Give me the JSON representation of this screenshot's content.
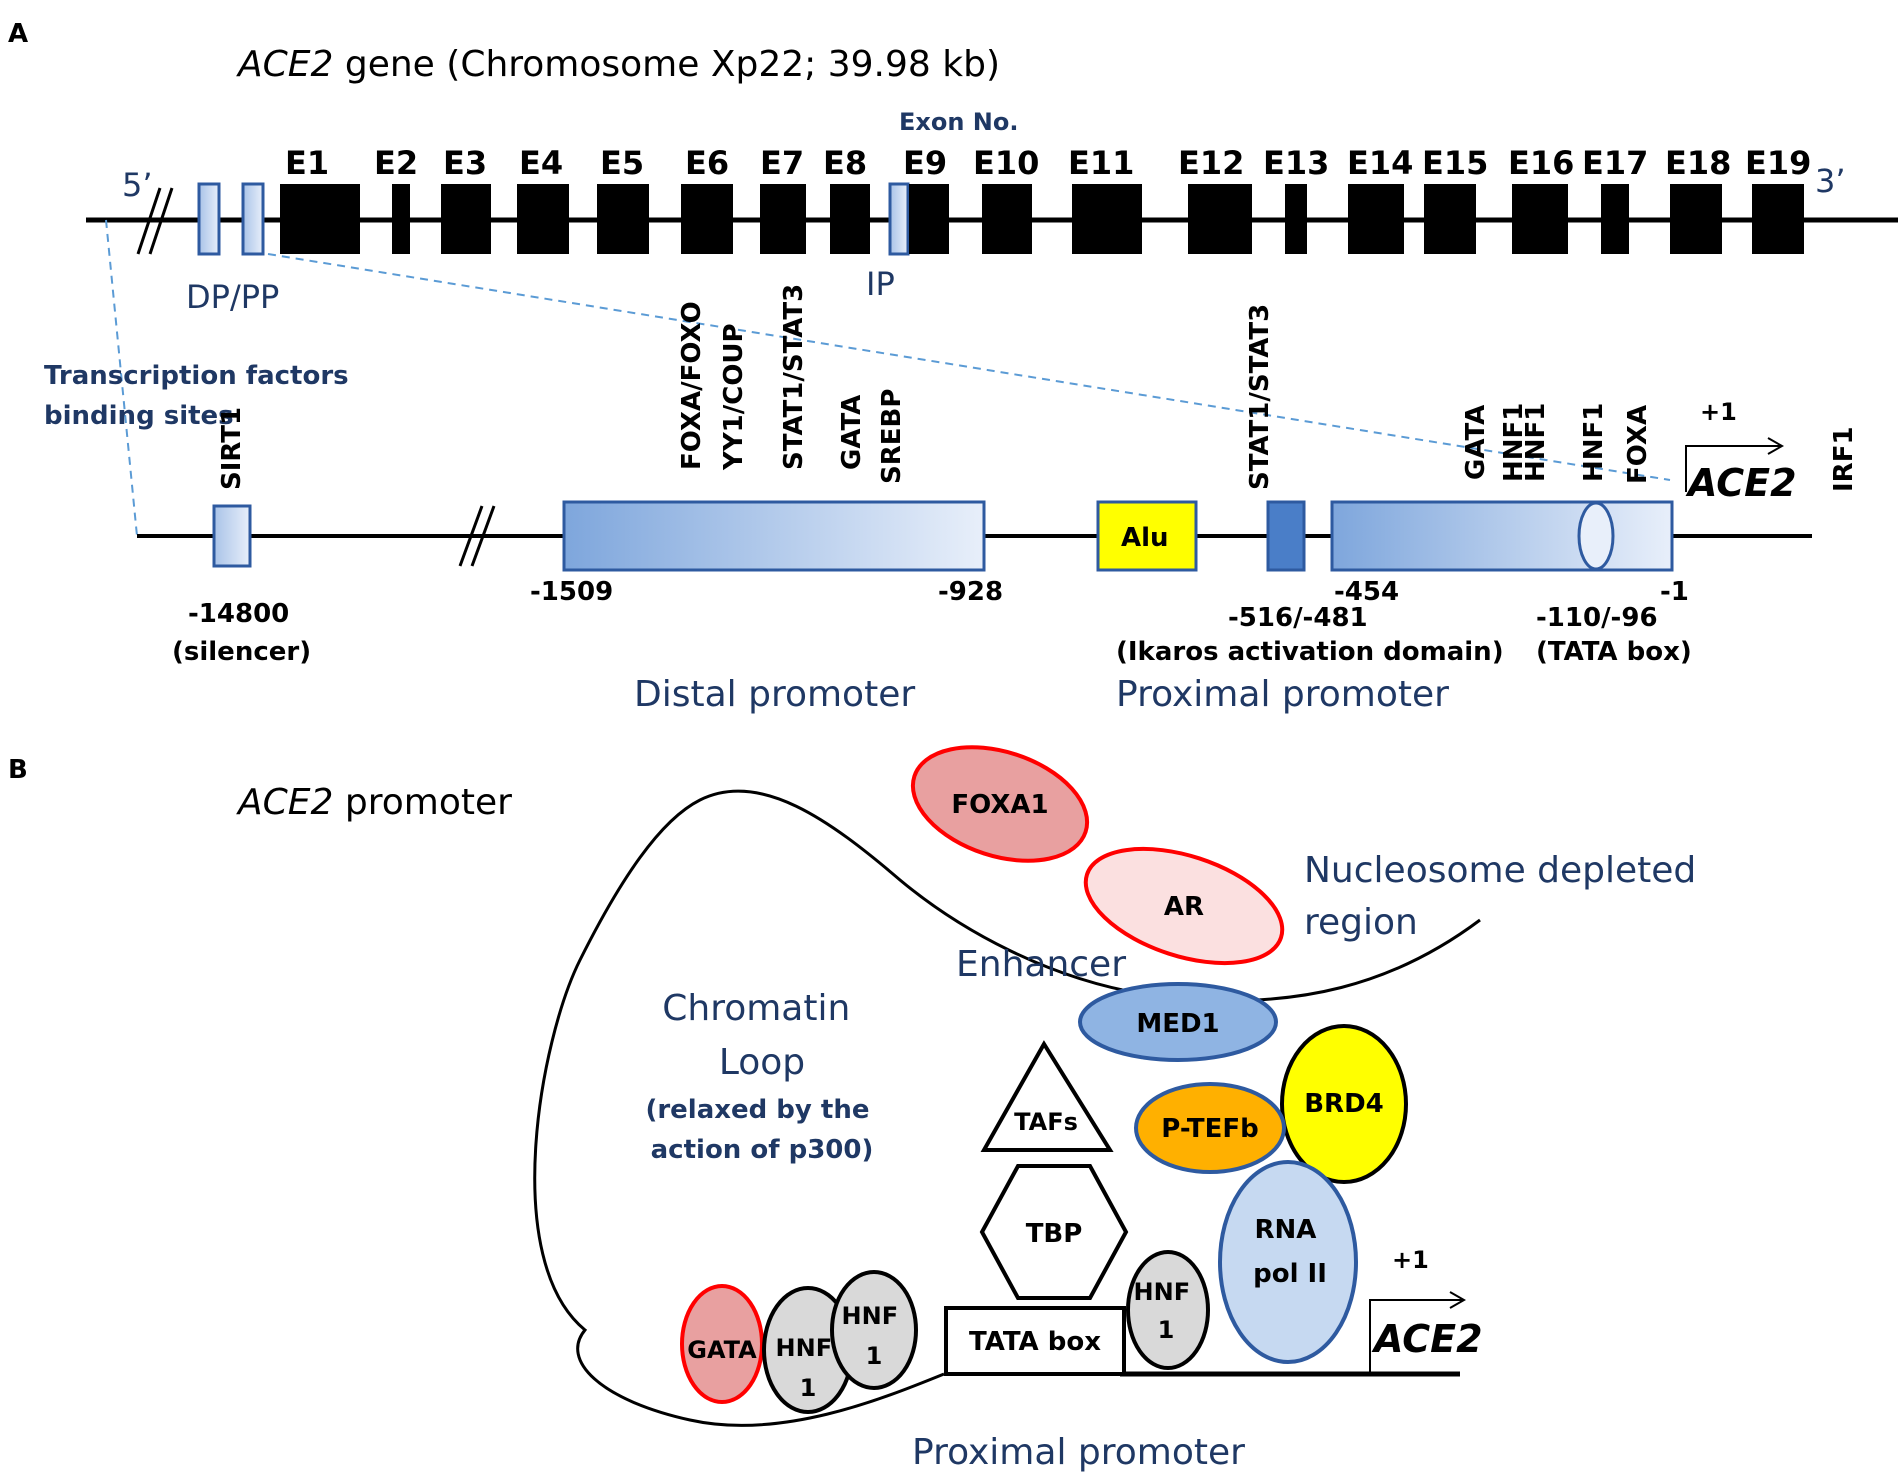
{
  "panel_a": {
    "panel_letter": "A",
    "title_italic": "ACE2",
    "title_rest": " gene (Chromosome  Xp22; 39.98 kb)",
    "exon_no_label": "Exon No.",
    "five_prime": "5’",
    "three_prime": "3’",
    "exons": [
      "E1",
      "E2",
      "E3",
      "E4",
      "E5",
      "E6",
      "E7",
      "E8",
      "E9",
      "E10",
      "E11",
      "E12",
      "E13",
      "E14",
      "E15",
      "E16",
      "E17",
      "E18",
      "E19"
    ],
    "dp_pp_label": "DP/PP",
    "ip_label": "IP",
    "tf_binding_line1": "Transcription factors",
    "tf_binding_line2": "binding sites",
    "tf_labels": [
      "SIRT1",
      "FOXA/FOXO",
      "YY1/COUP",
      "STAT1/STAT3",
      "GATA",
      "SREBP",
      "STAT1/STAT3",
      "GATA",
      "HNF1",
      "HNF1",
      "HNF1",
      "FOXA",
      "IRF1"
    ],
    "alu_label": "Alu",
    "tss_label": "+1",
    "gene_label": "ACE2",
    "positions": {
      "p14800": "-14800",
      "silencer": "(silencer)",
      "p1509": "-1509",
      "p928": "-928",
      "p516": "-516/-481",
      "ikaros": "(Ikaros activation domain)",
      "p454": "-454",
      "p110": "-110/-96",
      "tata": "(TATA box)",
      "p1": "-1"
    },
    "distal_promoter": "Distal promoter",
    "proximal_promoter": "Proximal promoter"
  },
  "panel_b": {
    "panel_letter": "B",
    "title_italic": "ACE2",
    "title_rest": " promoter",
    "foxa1": "FOXA1",
    "ar": "AR",
    "nucleosome_line1": "Nucleosome depleted",
    "nucleosome_line2": "region",
    "enhancer": "Enhancer",
    "chromatin_line1": "Chromatin",
    "chromatin_line2": "Loop",
    "relaxed_line1": "(relaxed by the",
    "relaxed_line2": "action of p300)",
    "med1": "MED1",
    "brd4": "BRD4",
    "tafs": "TAFs",
    "ptefb": "P-TEFb",
    "tbp": "TBP",
    "rna_line1": "RNA",
    "rna_line2": "pol II",
    "tss_label": "+1",
    "gene_label": "ACE2",
    "gata": "GATA",
    "hnf_a_line1": "HNF",
    "hnf_a_line2": "1",
    "hnf_b_line1": "HNF",
    "hnf_b_line2": "1",
    "hnf_c_line1": "HNF",
    "hnf_c_line2": "1",
    "tata_box": "TATA box",
    "proximal_promoter": "Proximal promoter"
  },
  "colors": {
    "navy": "#1f3864",
    "exon_black": "#000000",
    "promoter_blue_dark": "#7ea6dc",
    "promoter_blue_light": "#e3ecf8",
    "alu_yellow": "#ffff00",
    "foxa1_fill": "#e8a0a0",
    "ar_fill": "#fbe0e0",
    "red_outline": "#ff0000",
    "med1_fill": "#8fb4e3",
    "brd4_fill": "#ffff00",
    "ptefb_fill": "#ffb000",
    "rna_fill": "#c6d9f1",
    "hnf_fill": "#d9d9d9",
    "gata_fill": "#e8a0a0"
  }
}
